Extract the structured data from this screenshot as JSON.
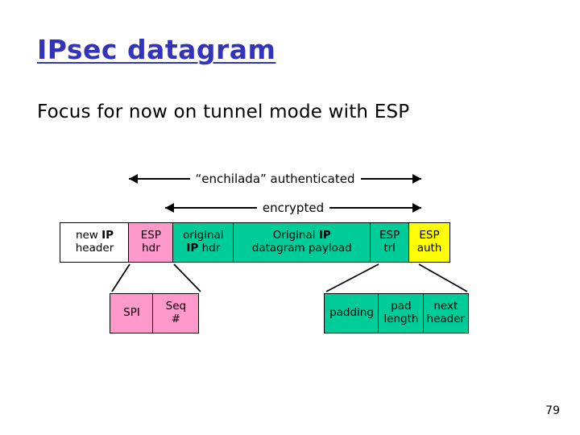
{
  "slide": {
    "title": "IPsec datagram",
    "title_color": "#3333BB",
    "focus_line": "Focus for now on tunnel mode with ESP",
    "page_number": "79",
    "background": "#ffffff"
  },
  "annotations": {
    "authenticated_label": "“enchilada” authenticated",
    "encrypted_label": "encrypted"
  },
  "colors": {
    "white": "#ffffff",
    "pink": "#FF99CC",
    "green": "#00CC99",
    "yellow": "#FFFF00",
    "outline": "#000000"
  },
  "datagram": {
    "main_row": [
      {
        "name": "new-ip-header",
        "line1": "new ",
        "line1_bold": "IP",
        "line2": "header",
        "color": "white",
        "width": 87
      },
      {
        "name": "esp-hdr",
        "line1": "ESP",
        "line1_bold": "",
        "line2": "hdr",
        "color": "pink",
        "width": 56
      },
      {
        "name": "original-ip-hdr",
        "line1": "original",
        "line1_bold": "",
        "line2_bold": "IP",
        "line2": " hdr",
        "color": "green",
        "width": 77
      },
      {
        "name": "original-ip-datagram-payload",
        "line1": "Original ",
        "line1_bold": "IP",
        "line2": "datagram payload",
        "color": "green",
        "width": 171
      },
      {
        "name": "esp-trl",
        "line1": "ESP",
        "line1_bold": "",
        "line2": "trl",
        "color": "green",
        "width": 50
      },
      {
        "name": "esp-auth",
        "line1": "ESP",
        "line1_bold": "",
        "line2": "auth",
        "color": "yellow",
        "width": 52
      }
    ],
    "esp_header_detail": [
      {
        "name": "spi",
        "line1": "SPI",
        "line2": "",
        "color": "pink",
        "width": 55
      },
      {
        "name": "seq-number",
        "line1": "Seq",
        "line2": "#",
        "color": "pink",
        "width": 58
      }
    ],
    "esp_trailer_detail": [
      {
        "name": "padding",
        "line1": "padding",
        "line2": "",
        "color": "green",
        "width": 69
      },
      {
        "name": "pad-length",
        "line1": "pad",
        "line2": "length",
        "color": "green",
        "width": 57
      },
      {
        "name": "next-header",
        "line1": "next",
        "line2": "header",
        "color": "green",
        "width": 57
      }
    ]
  }
}
